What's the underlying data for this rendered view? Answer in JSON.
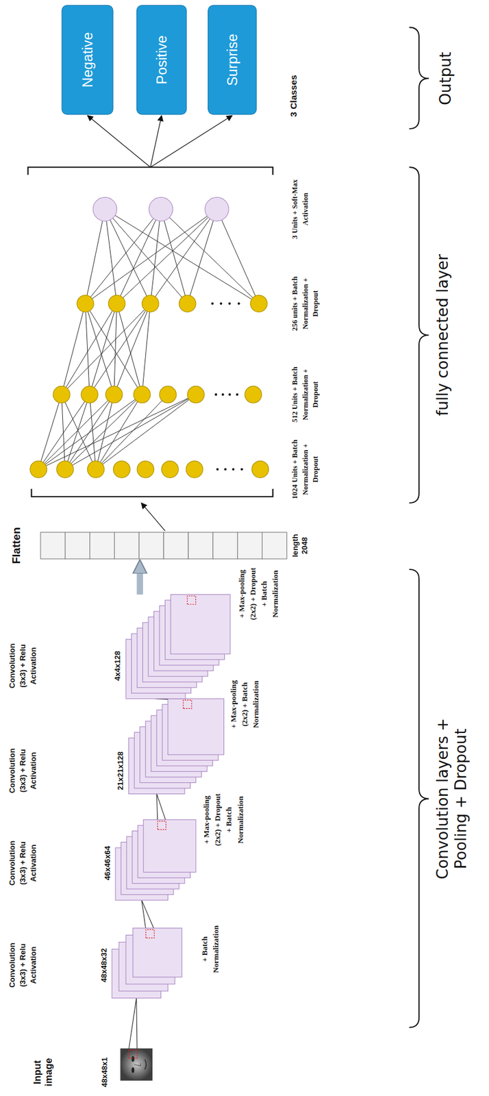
{
  "diagram": {
    "nodes": [
      {
        "text": [
          "Input image",
          "48x48x1"
        ]
      },
      {
        "text": [
          "Convolution (3x3) + Relu Activation",
          "48x48x32",
          "+ Batch Normalization"
        ]
      },
      {
        "text": [
          "Convolution (3x3) + Relu Activation",
          "46x46x64",
          "+ Max-pooling (2x2) + Dropout + Batch Normalization"
        ]
      },
      {
        "text": [
          "Convolution (3x3) + Relu Activation",
          "21x21x128",
          "+ Max-pooling (2x2) + Batch Normalization"
        ]
      },
      {
        "text": [
          "Convolution (3x3) + Relu Activation",
          "4x4x128",
          "+ Max-pooling (2x2) + Dropout + Batch Normalization"
        ]
      },
      {
        "text": [
          "Flatten",
          "length 2048"
        ]
      },
      {
        "text": [
          "Negative"
        ]
      },
      {
        "text": [
          "Positive"
        ]
      },
      {
        "text": [
          "Surprise"
        ]
      }
    ],
    "edges": [
      {
        "from": 0,
        "to": 1,
        "arrow": "none"
      },
      {
        "from": 1,
        "to": 2,
        "arrow": "none"
      },
      {
        "from": 2,
        "to": 3,
        "arrow": "none"
      },
      {
        "from": 3,
        "to": 4,
        "arrow": "none"
      },
      {
        "from": 4,
        "to": 5,
        "arrow": "to"
      }
    ],
    "labels": [
      "Convolution layers + Pooling + Dropout",
      "1024 Units + Batch Normalization + Dropout",
      "512 Units + Batch Normalization + Dropout",
      "256 units + Batch Normalization + Dropout",
      "3 Units + Soft-Max Activation",
      "3 Classes",
      "fully connected layer",
      "Output"
    ]
  }
}
